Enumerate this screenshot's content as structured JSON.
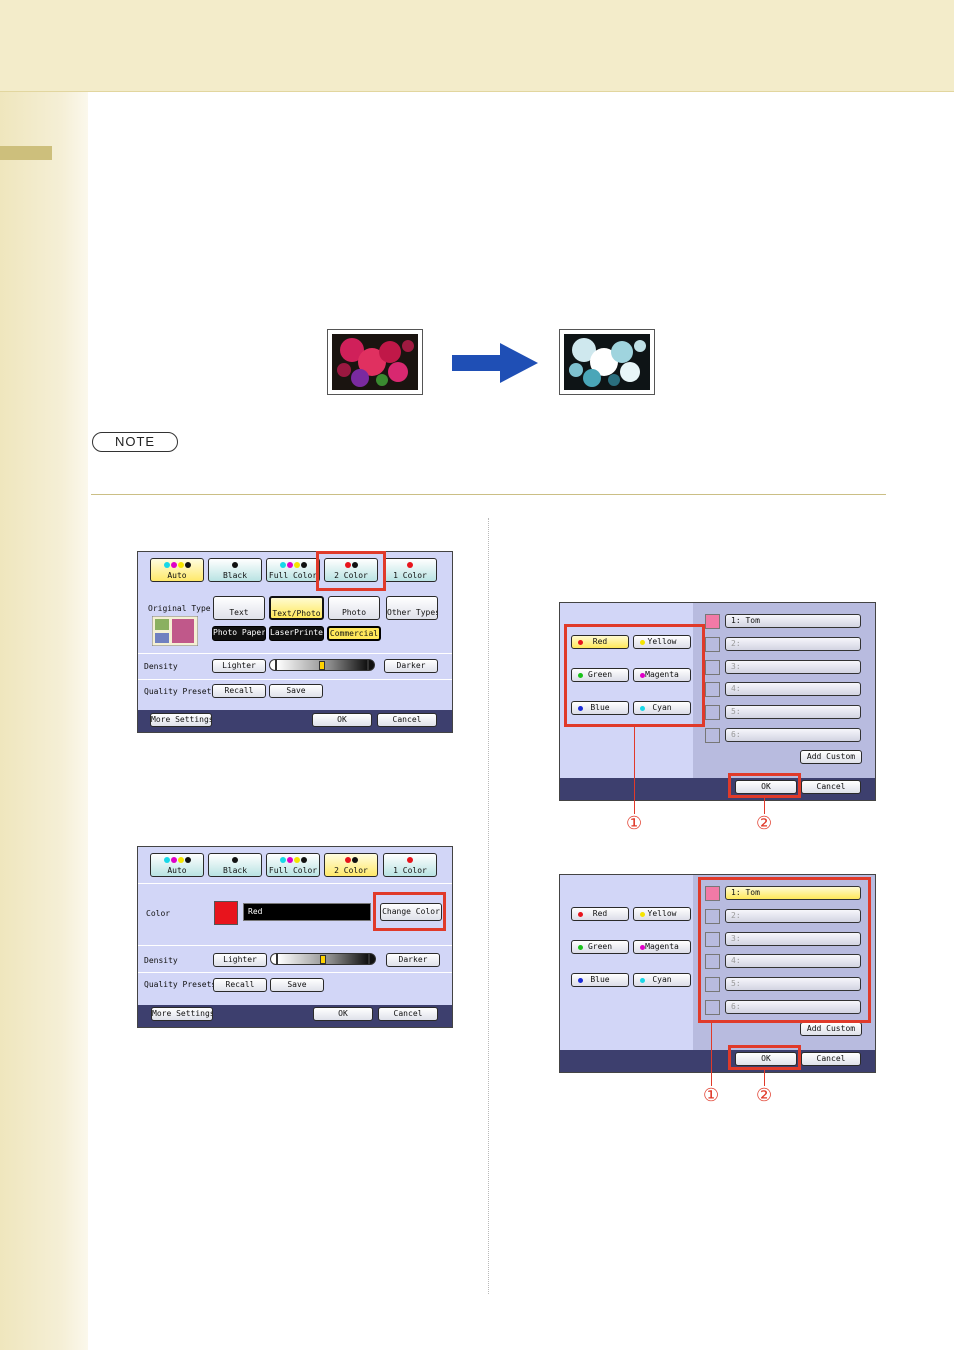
{
  "note": {
    "label": "NOTE"
  },
  "panel_mode": {
    "modes": [
      {
        "label": "Auto"
      },
      {
        "label": "Black"
      },
      {
        "label": "Full Color"
      },
      {
        "label": "2 Color"
      },
      {
        "label": "1 Color"
      }
    ],
    "original_type_label": "Original Type",
    "types": [
      {
        "label": "Text"
      },
      {
        "label": "Text/Photo"
      },
      {
        "label": "Photo"
      },
      {
        "label": "Other Types"
      }
    ],
    "sub_types": [
      {
        "label": "Photo Paper"
      },
      {
        "label": "LaserPrinted"
      },
      {
        "label": "Commercial"
      }
    ],
    "density_label": "Density",
    "lighter": "Lighter",
    "darker": "Darker",
    "presets_label": "Quality Presets",
    "recall": "Recall",
    "save": "Save",
    "more": "More Settings",
    "ok": "OK",
    "cancel": "Cancel"
  },
  "panel_color": {
    "modes": [
      {
        "label": "Auto"
      },
      {
        "label": "Black"
      },
      {
        "label": "Full Color"
      },
      {
        "label": "2 Color"
      },
      {
        "label": "1 Color"
      }
    ],
    "color_label": "Color",
    "color_value": "Red",
    "color_swatch": "#e8141c",
    "change_color": "Change Color",
    "density_label": "Density",
    "lighter": "Lighter",
    "darker": "Darker",
    "presets_label": "Quality Presets",
    "recall": "Recall",
    "save": "Save",
    "more": "More Settings",
    "ok": "OK",
    "cancel": "Cancel"
  },
  "panel_pick_a": {
    "colors": [
      {
        "label": "Red",
        "dot": "#e8141c"
      },
      {
        "label": "Yellow",
        "dot": "#f5e400"
      },
      {
        "label": "Green",
        "dot": "#19c219"
      },
      {
        "label": "Magenta",
        "dot": "#e000c8"
      },
      {
        "label": "Blue",
        "dot": "#1a2ad8"
      },
      {
        "label": "Cyan",
        "dot": "#18d8e8"
      }
    ],
    "custom": [
      "1: Tom",
      "2:",
      "3:",
      "4:",
      "5:",
      "6:"
    ],
    "add_custom": "Add Custom",
    "ok": "OK",
    "cancel": "Cancel",
    "callout_1": "①",
    "callout_2": "②"
  },
  "panel_pick_b": {
    "colors": [
      {
        "label": "Red",
        "dot": "#e8141c"
      },
      {
        "label": "Yellow",
        "dot": "#f5e400"
      },
      {
        "label": "Green",
        "dot": "#19c219"
      },
      {
        "label": "Magenta",
        "dot": "#e000c8"
      },
      {
        "label": "Blue",
        "dot": "#1a2ad8"
      },
      {
        "label": "Cyan",
        "dot": "#18d8e8"
      }
    ],
    "custom": [
      "1: Tom",
      "2:",
      "3:",
      "4:",
      "5:",
      "6:"
    ],
    "add_custom": "Add Custom",
    "ok": "OK",
    "cancel": "Cancel",
    "callout_1": "①",
    "callout_2": "②"
  },
  "colors": {
    "accent_red": "#e03a2a",
    "panel_bg": "#d2d6f7",
    "custom_swatch": "#f27aa6",
    "arrow_blue": "#1f4fb5"
  }
}
